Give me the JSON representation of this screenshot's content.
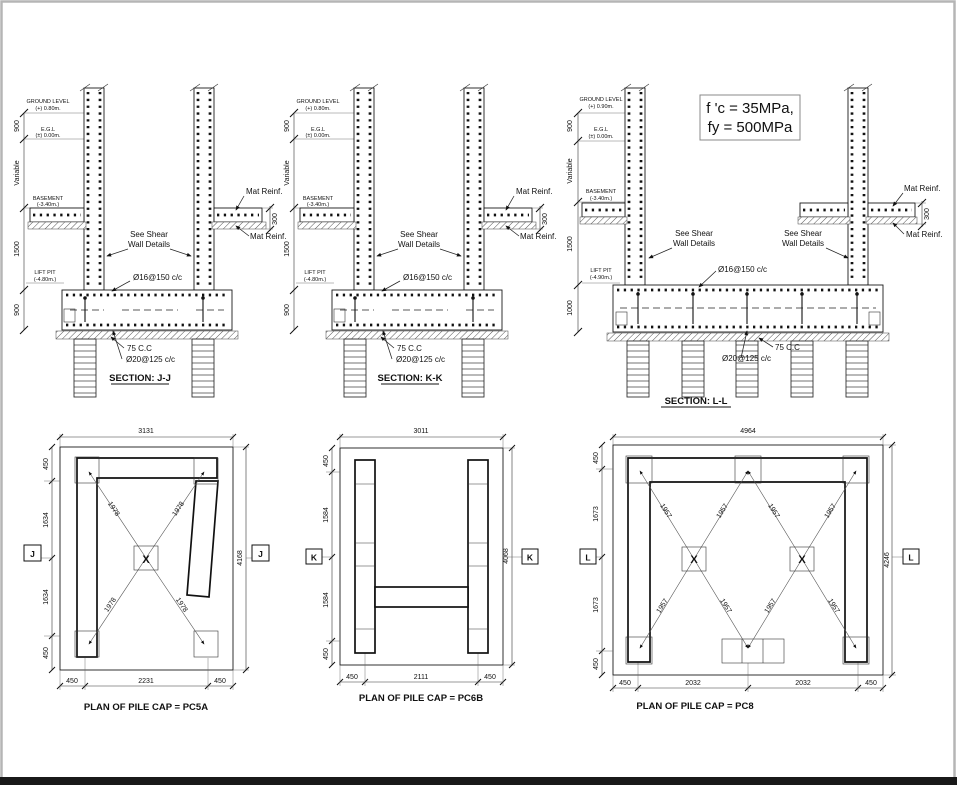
{
  "note": {
    "line1": "f 'c = 35MPa,",
    "line2": "fy = 500MPa"
  },
  "shear_note": {
    "line1": "See Shear",
    "line2": "Wall Details"
  },
  "labels": {
    "mat_reinf": "Mat Reinf.",
    "top_reinf": "Ø16@150 c/c",
    "bot_reinf": "Ø20@125 c/c",
    "cover": "75 C.C"
  },
  "sections": [
    {
      "title": "SECTION: J-J",
      "ground_label": "GROUND LEVEL",
      "ground_value": "(+) 0.80m.",
      "egl_label": "E.G.L",
      "egl_value": "(±) 0.00m.",
      "basement_label": "BASEMENT",
      "basement_value": "(-3.40m.)",
      "liftpit_label": "LIFT PIT",
      "liftpit_value": "(-4.80m.)",
      "dim_top": "900",
      "dim_mid": "Variable",
      "dim_lower": "1500",
      "dim_cap": "900",
      "dim_mat": "300"
    },
    {
      "title": "SECTION: K-K",
      "ground_label": "GROUND LEVEL",
      "ground_value": "(+) 0.80m.",
      "egl_label": "E.G.L",
      "egl_value": "(±) 0.00m.",
      "basement_label": "BASEMENT",
      "basement_value": "(-3.40m.)",
      "liftpit_label": "LIFT PIT",
      "liftpit_value": "(-4.80m.)",
      "dim_top": "900",
      "dim_mid": "Variable",
      "dim_lower": "1500",
      "dim_cap": "900",
      "dim_mat": "300"
    },
    {
      "title": "SECTION: L-L",
      "ground_label": "GROUND LEVEL",
      "ground_value": "(+) 0.90m.",
      "egl_label": "E.G.L",
      "egl_value": "(±) 0.00m.",
      "basement_label": "BASEMENT",
      "basement_value": "(-3.40m.)",
      "liftpit_label": "LIFT PIT",
      "liftpit_value": "(-4.90m.)",
      "dim_top": "900",
      "dim_mid": "Variable",
      "dim_lower": "1500",
      "dim_cap": "1000",
      "dim_mat": "300"
    }
  ],
  "plans": [
    {
      "title": "PLAN OF PILE CAP = PC5A",
      "mark": "J",
      "x_mark": "X",
      "diag": "1978",
      "dim_top": "3131",
      "dim_right": "4168",
      "dims_left": [
        "450",
        "1634",
        "1634",
        "450"
      ],
      "dims_bottom": [
        "450",
        "2231",
        "450"
      ]
    },
    {
      "title": "PLAN OF PILE CAP = PC6B",
      "mark": "K",
      "dim_top": "3011",
      "dim_right": "4068",
      "dims_left": [
        "450",
        "1584",
        "1584",
        "450"
      ],
      "dims_bottom": [
        "450",
        "2111",
        "450"
      ]
    },
    {
      "title": "PLAN OF PILE CAP = PC8",
      "mark": "L",
      "x_mark": "X",
      "diag": "1957",
      "dim_top": "4964",
      "dim_right": "4246",
      "dims_left": [
        "450",
        "1673",
        "1673",
        "450"
      ],
      "dims_bottom": [
        "450",
        "2032",
        "2032",
        "450"
      ]
    }
  ]
}
